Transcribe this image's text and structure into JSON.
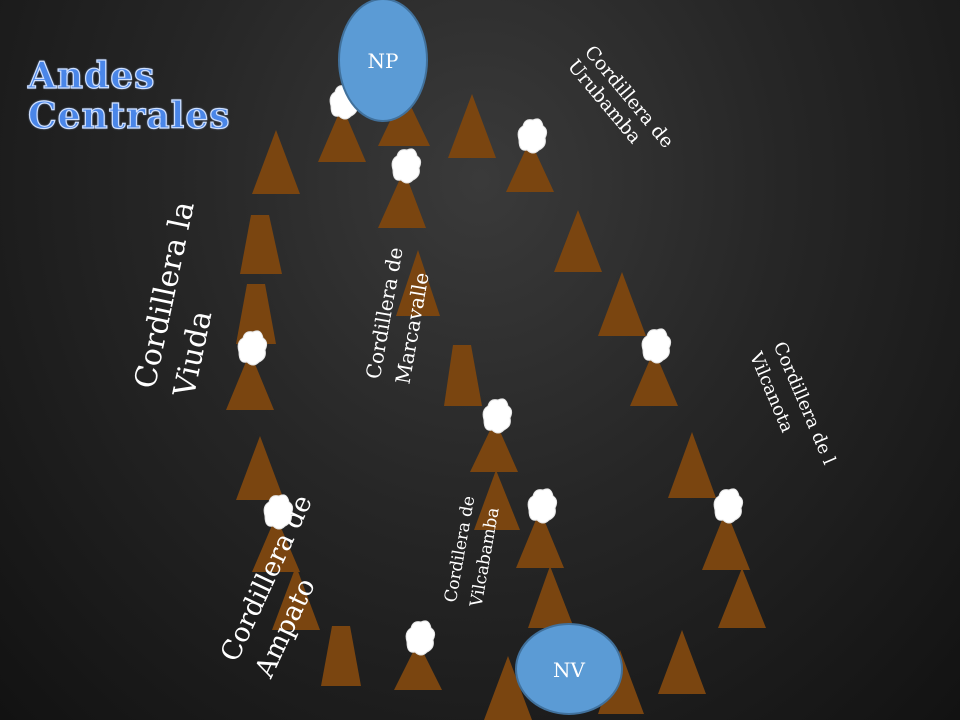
{
  "title": {
    "line1": "Andes",
    "line2": "Centrales",
    "color": "#4a86e8"
  },
  "nodes": {
    "top": "NP",
    "bottom": "NV",
    "color": "#5b9bd5"
  },
  "labels": {
    "urubamba": [
      "Cordillera de",
      "Urubamba"
    ],
    "la_viuda": [
      "Cordillera la",
      "Viuda"
    ],
    "marcavalle": [
      "Cordillera de",
      "Marcavalle"
    ],
    "vilcanota": [
      "Cordillera de l",
      "Vilcanota"
    ],
    "ampato": [
      "Cordillera de",
      "Ampato"
    ],
    "vilcabamba": [
      "Cordilera de",
      "Vilcabamba"
    ]
  },
  "colors": {
    "mountain": "#7a4510",
    "snow": "#ffffff",
    "background": "#1e1e1e"
  }
}
